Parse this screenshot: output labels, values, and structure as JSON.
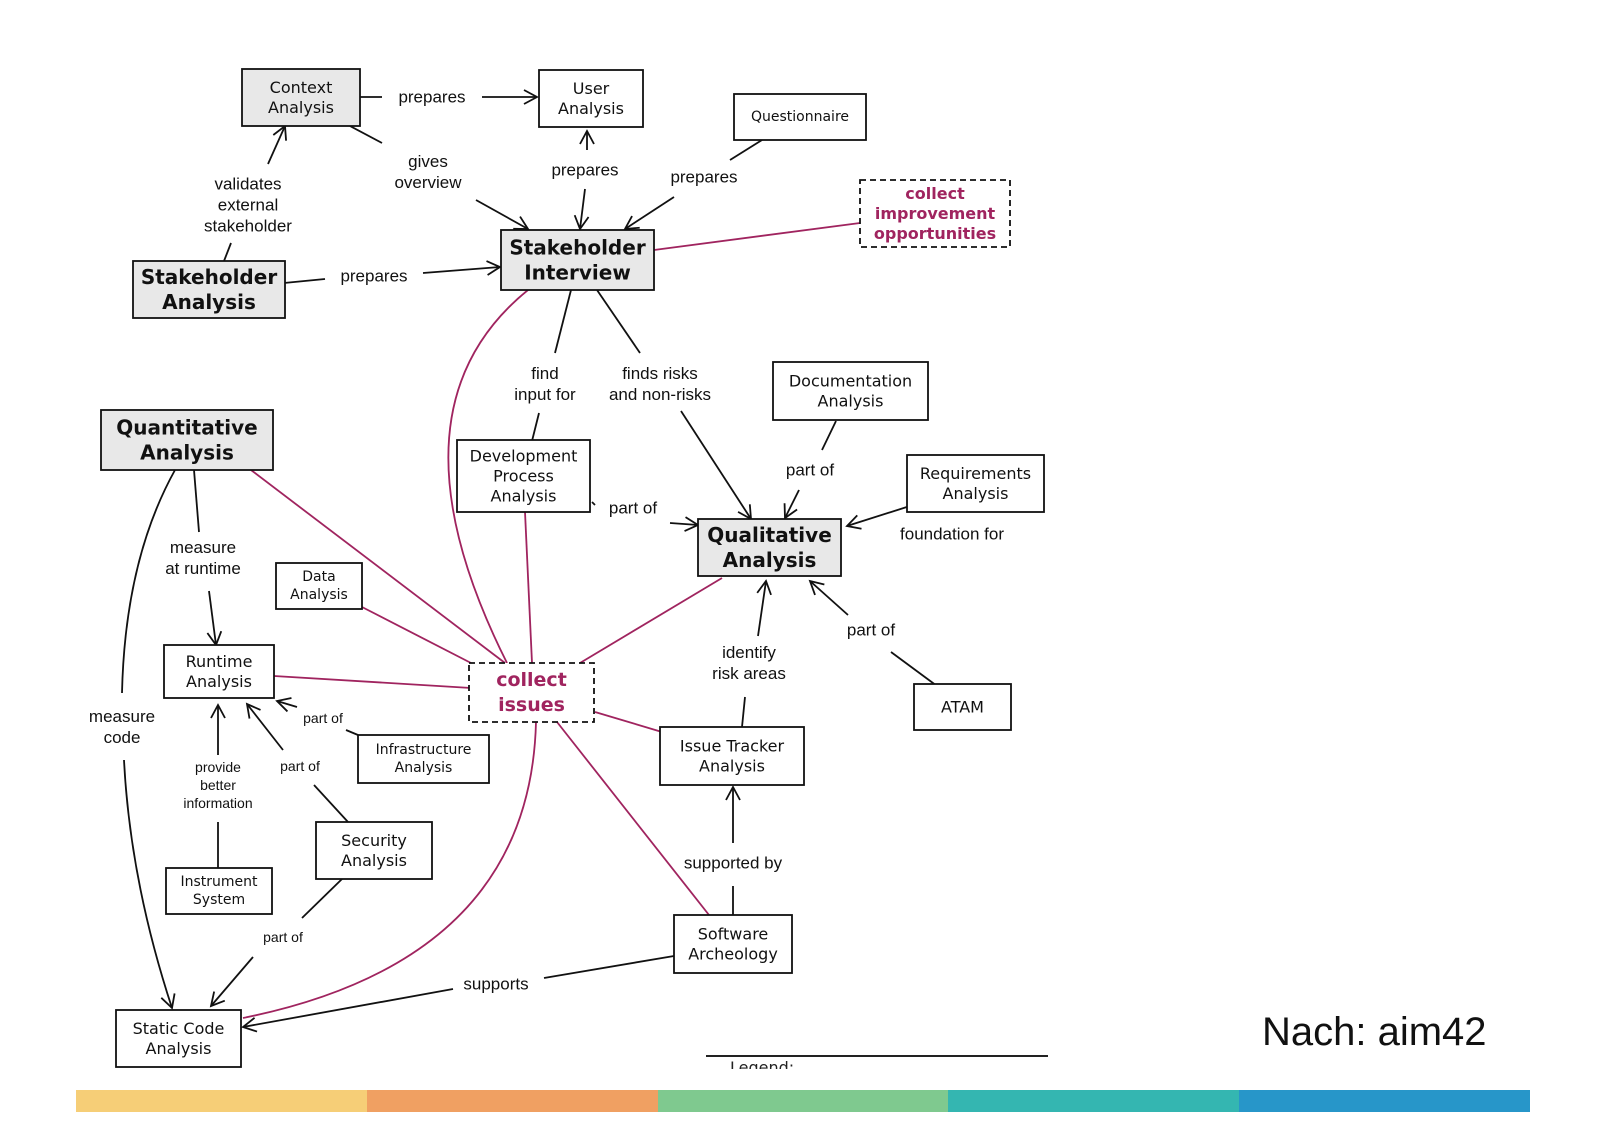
{
  "credit": "Nach: aim42",
  "legend_label": "Legend:",
  "colors": {
    "accent": "#a0245f",
    "node_primary_fill": "#e8e8e8",
    "bar": [
      "#f6ce77",
      "#f0a062",
      "#7fc98f",
      "#34b6b1",
      "#2796c9"
    ]
  },
  "nodes": [
    {
      "id": "context",
      "lines": [
        "Context",
        "Analysis"
      ],
      "style": "primary-small"
    },
    {
      "id": "user",
      "lines": [
        "User",
        "Analysis"
      ],
      "style": "normal"
    },
    {
      "id": "questionnaire",
      "lines": [
        "Questionnaire"
      ],
      "style": "small"
    },
    {
      "id": "collect_improve",
      "lines": [
        "collect",
        "improvement",
        "opportunities"
      ],
      "style": "dashed"
    },
    {
      "id": "stakeholder_interview",
      "lines": [
        "Stakeholder",
        "Interview"
      ],
      "style": "primary"
    },
    {
      "id": "stakeholder_analysis",
      "lines": [
        "Stakeholder",
        "Analysis"
      ],
      "style": "primary"
    },
    {
      "id": "quantitative",
      "lines": [
        "Quantitative",
        "Analysis"
      ],
      "style": "primary"
    },
    {
      "id": "devprocess",
      "lines": [
        "Development",
        "Process",
        "Analysis"
      ],
      "style": "normal"
    },
    {
      "id": "documentation",
      "lines": [
        "Documentation",
        "Analysis"
      ],
      "style": "normal"
    },
    {
      "id": "requirements",
      "lines": [
        "Requirements",
        "Analysis"
      ],
      "style": "normal"
    },
    {
      "id": "qualitative",
      "lines": [
        "Qualitative",
        "Analysis"
      ],
      "style": "primary"
    },
    {
      "id": "data",
      "lines": [
        "Data",
        "Analysis"
      ],
      "style": "small"
    },
    {
      "id": "runtime",
      "lines": [
        "Runtime",
        "Analysis"
      ],
      "style": "normal"
    },
    {
      "id": "collect_issues",
      "lines": [
        "collect",
        "issues"
      ],
      "style": "dashed-big"
    },
    {
      "id": "infrastructure",
      "lines": [
        "Infrastructure",
        "Analysis"
      ],
      "style": "small"
    },
    {
      "id": "issuetracker",
      "lines": [
        "Issue Tracker",
        "Analysis"
      ],
      "style": "normal"
    },
    {
      "id": "atam",
      "lines": [
        "ATAM"
      ],
      "style": "normal"
    },
    {
      "id": "security",
      "lines": [
        "Security",
        "Analysis"
      ],
      "style": "normal"
    },
    {
      "id": "instrument",
      "lines": [
        "Instrument",
        "System"
      ],
      "style": "small"
    },
    {
      "id": "software_archeology",
      "lines": [
        "Software",
        "Archeology"
      ],
      "style": "normal"
    },
    {
      "id": "static_code",
      "lines": [
        "Static Code",
        "Analysis"
      ],
      "style": "normal"
    }
  ],
  "edge_labels": [
    {
      "id": "l_prepares_ctx_user",
      "lines": [
        "prepares"
      ]
    },
    {
      "id": "l_gives_overview",
      "lines": [
        "gives",
        "overview"
      ]
    },
    {
      "id": "l_prepares_user_si",
      "lines": [
        "prepares"
      ]
    },
    {
      "id": "l_prepares_q_si",
      "lines": [
        "prepares"
      ]
    },
    {
      "id": "l_validates",
      "lines": [
        "validates",
        "external",
        "stakeholder"
      ]
    },
    {
      "id": "l_prepares_sa_si",
      "lines": [
        "prepares"
      ]
    },
    {
      "id": "l_find_input",
      "lines": [
        "find",
        "input for"
      ]
    },
    {
      "id": "l_finds_risks",
      "lines": [
        "finds risks",
        "and non-risks"
      ]
    },
    {
      "id": "l_partof_doc",
      "lines": [
        "part of"
      ]
    },
    {
      "id": "l_partof_dev",
      "lines": [
        "part of"
      ]
    },
    {
      "id": "l_foundation",
      "lines": [
        "foundation for"
      ]
    },
    {
      "id": "l_measure_runtime",
      "lines": [
        "measure",
        "at runtime"
      ]
    },
    {
      "id": "l_partof_atam",
      "lines": [
        "part of"
      ]
    },
    {
      "id": "l_identify_risk",
      "lines": [
        "identify",
        "risk areas"
      ]
    },
    {
      "id": "l_measure_code",
      "lines": [
        "measure",
        "code"
      ]
    },
    {
      "id": "l_partof_infra",
      "lines": [
        "part of"
      ]
    },
    {
      "id": "l_partof_sec_rt",
      "lines": [
        "part of"
      ]
    },
    {
      "id": "l_provide_better",
      "lines": [
        "provide",
        "better",
        "information"
      ]
    },
    {
      "id": "l_supported_by",
      "lines": [
        "supported by"
      ]
    },
    {
      "id": "l_partof_sec_sc",
      "lines": [
        "part of"
      ]
    },
    {
      "id": "l_supports",
      "lines": [
        "supports"
      ]
    }
  ]
}
